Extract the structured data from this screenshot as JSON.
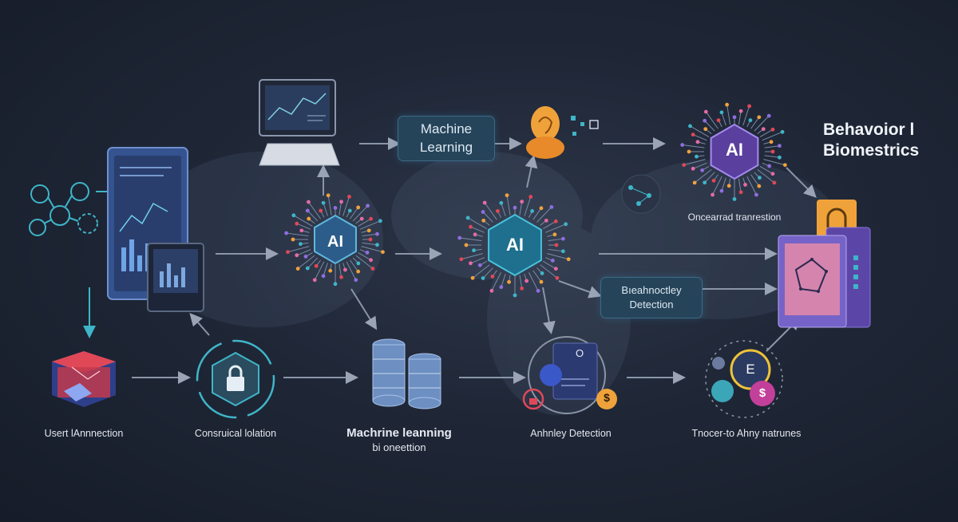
{
  "title": {
    "line1": "Behavoior l",
    "line2": "Biomestrics"
  },
  "pills": {
    "machine_learning": {
      "line1": "Machine",
      "line2": "Learning"
    },
    "detection": {
      "line1": "Bıeahnoctley",
      "line2": "Detection"
    }
  },
  "nodes": {
    "ai_left": {
      "label": "AI"
    },
    "ai_center": {
      "label": "AI"
    },
    "ai_right": {
      "label": "AI"
    },
    "ai_right_caption": "Oncearrad tranrestion"
  },
  "bottom_captions": {
    "user": "Usert lAnnnection",
    "lock": "Consruical lolation",
    "ml_line1": "Machrine leanning",
    "ml_line2": "bi oneettion",
    "anomaly": "Anhnley Detection",
    "transaction": "Tnocer-to Ahny natrunes"
  },
  "icons": {
    "coin_letter": "E",
    "dollar": "$",
    "card_letter": "O"
  },
  "colors": {
    "arrow": "#8a95a8",
    "teal": "#3fb5c8",
    "accent_orange": "#f0a23a",
    "accent_purple": "#7b56c9",
    "red": "#e04858"
  }
}
